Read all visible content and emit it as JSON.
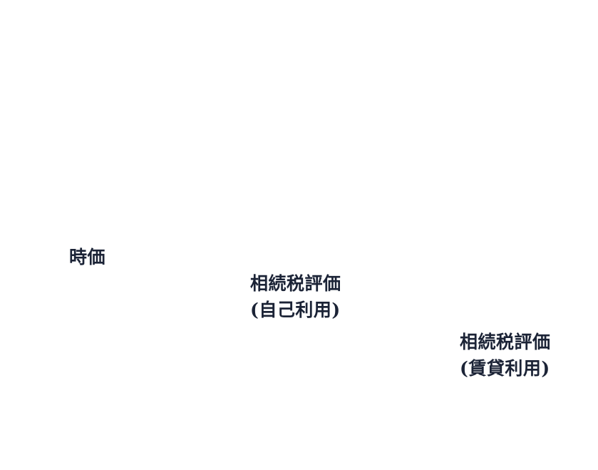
{
  "colors": {
    "text": "#1b2336",
    "background": "#ffffff"
  },
  "chart_data": {
    "type": "bar",
    "categories": [
      [
        "時価"
      ],
      [
        "相続税評価",
        "(自己利用)"
      ],
      [
        "相続税評価",
        "(賃貸利用)"
      ]
    ]
  }
}
